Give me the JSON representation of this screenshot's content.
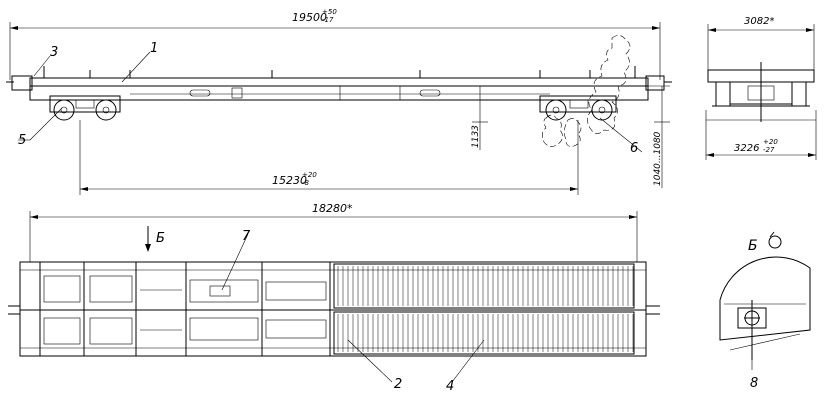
{
  "dimensions": {
    "overall_length": "19500",
    "overall_length_tol_upper": "+50",
    "overall_length_tol_lower": "-17",
    "bogie_base": "15230",
    "bogie_base_tol_upper": "+20",
    "bogie_base_tol_lower": "-8",
    "frame_length": "18280*",
    "height_1133": "1133",
    "height_1080": "1040...1080",
    "width_top": "3082*",
    "width_bottom": "3226",
    "width_bottom_tol_upper": "+20",
    "width_bottom_tol_lower": "-27"
  },
  "callouts": {
    "c1": "1",
    "c2": "2",
    "c3": "3",
    "c4": "4",
    "c5": "5",
    "c6": "6",
    "c7": "7",
    "c8": "8"
  },
  "view_marks": {
    "arrow_label": "Б",
    "detail_label": "Б"
  }
}
